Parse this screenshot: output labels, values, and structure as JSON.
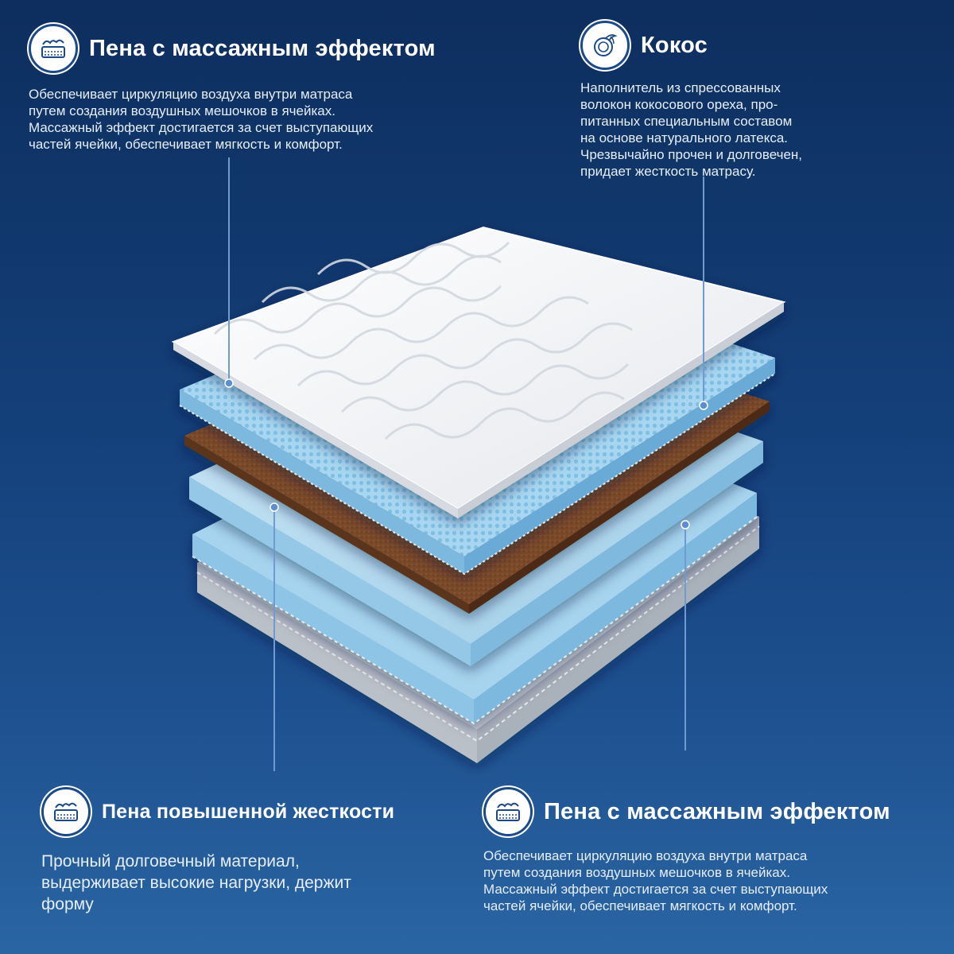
{
  "blocks": {
    "massage_top": {
      "title": "Пена с массажным эффектом",
      "lines": [
        "Обеспечивает циркуляцию воздуха внутри матраса",
        "путем создания воздушных мешочков в ячейках.",
        "Массажный эффект достигается за счет выступающих",
        "частей ячейки, обеспечивает мягкость и комфорт."
      ],
      "icon": "mattress-foam-icon"
    },
    "coconut": {
      "title": "Кокос",
      "lines": [
        "Наполнитель из спрессованных",
        "волокон кокосового ореха, про-",
        "питанных специальным составом",
        "на основе натурального латекса.",
        "Чрезвычайно прочен и долговечен,",
        "придает жесткость матрасу."
      ],
      "icon": "coconut-icon"
    },
    "firm_foam": {
      "title": "Пена повышенной жесткости",
      "lines": [
        "Прочный долговечный материал,",
        "выдерживает высокие нагрузки, держит",
        "форму"
      ],
      "icon": "mattress-foam-icon"
    },
    "massage_bottom": {
      "title": "Пена с массажным эффектом",
      "lines": [
        "Обеспечивает циркуляцию воздуха внутри матраса",
        "путем создания воздушных мешочков в ячейках.",
        "Массажный эффект достигается за счет выступающих",
        "частей ячейки, обеспечивает мягкость и комфорт."
      ],
      "icon": "mattress-foam-icon"
    }
  },
  "colors": {
    "cover": "#f4f5f7",
    "foam_blue": "#a9d6ef",
    "coconut": "#7a4a2a",
    "firm_foam": "#b7dcf0",
    "base": "#cfd4da",
    "leader": "#6f9bd0"
  }
}
